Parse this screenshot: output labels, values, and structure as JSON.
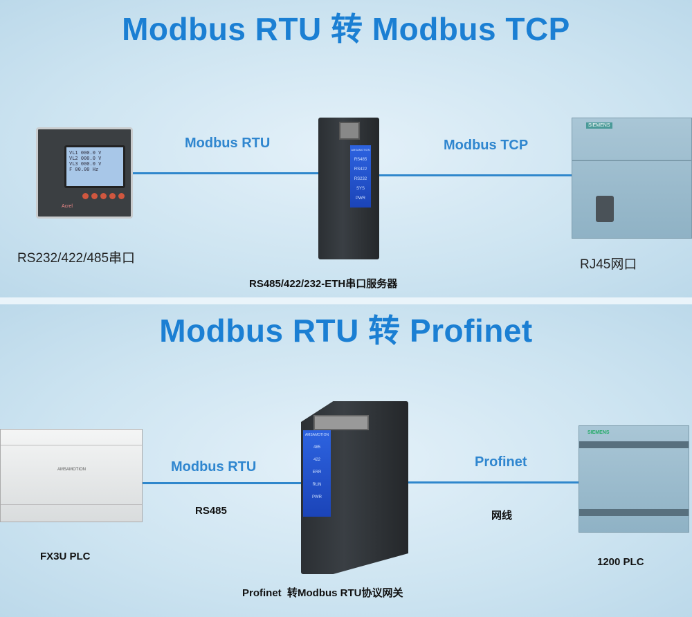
{
  "top": {
    "title": "Modbus RTU 转 Modbus TCP",
    "left_protocol": "Modbus RTU",
    "right_protocol": "Modbus TCP",
    "left_device_label": "RS232/422/485串口",
    "center_device_label": "RS485/422/232-ETH串口服务器",
    "right_device_label": "RJ45网口",
    "gateway_brand": "AMSAMOTION",
    "gateway_leds": [
      "RS485",
      "RS422",
      "RS232",
      "SYS",
      "PWR"
    ],
    "meter_brand": "Acrel",
    "meter_rows": [
      "VL1  000.0  V",
      "VL2  000.0  V",
      "VL3  000.0  V",
      "F    00.00  Hz"
    ],
    "plc_brand": "SIEMENS"
  },
  "bottom": {
    "title": "Modbus RTU 转 Profinet",
    "left_protocol": "Modbus RTU",
    "left_medium": "RS485",
    "right_protocol": "Profinet",
    "right_medium": "网线",
    "left_device_label": "FX3U PLC",
    "right_device_label": "1200 PLC",
    "center_device_label": "Profinet  转Modbus RTU协议网关",
    "gateway_brand": "AMSAMOTION",
    "gateway_leds": [
      "485",
      "422",
      "ERR",
      "RUN",
      "PWR"
    ],
    "fx3u_brand": "AMSAMOTION",
    "plc_brand": "SIEMENS"
  }
}
